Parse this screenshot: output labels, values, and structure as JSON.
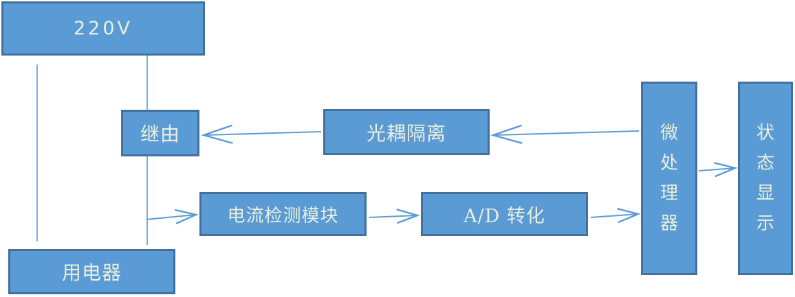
{
  "diagram": {
    "type": "block-diagram",
    "subject": "appliance power monitoring and control",
    "nodes": {
      "power": {
        "label": "220V"
      },
      "relay": {
        "label": "继由"
      },
      "opto_isolation": {
        "label": "光耦隔离"
      },
      "current_detect": {
        "label": "电流检测模块"
      },
      "ad_convert": {
        "label": "A/D 转化"
      },
      "mcu": {
        "label": "微处理器"
      },
      "status_display": {
        "label": "状态显示"
      },
      "appliance": {
        "label": "用电器"
      }
    },
    "edges": [
      {
        "from": "power",
        "to": "appliance",
        "style": "line"
      },
      {
        "from": "power",
        "to": "relay",
        "style": "line"
      },
      {
        "from": "power_line",
        "to": "current_detect",
        "style": "arrow"
      },
      {
        "from": "opto_isolation",
        "to": "relay",
        "style": "arrow"
      },
      {
        "from": "mcu",
        "to": "opto_isolation",
        "style": "arrow"
      },
      {
        "from": "current_detect",
        "to": "ad_convert",
        "style": "arrow"
      },
      {
        "from": "ad_convert",
        "to": "mcu",
        "style": "arrow"
      },
      {
        "from": "mcu",
        "to": "status_display",
        "style": "arrow"
      }
    ],
    "colors": {
      "box_fill": "#5b9bd5",
      "box_border": "#41719c",
      "box_text": "#e9efdc",
      "connector": "#5b9bd5"
    }
  }
}
